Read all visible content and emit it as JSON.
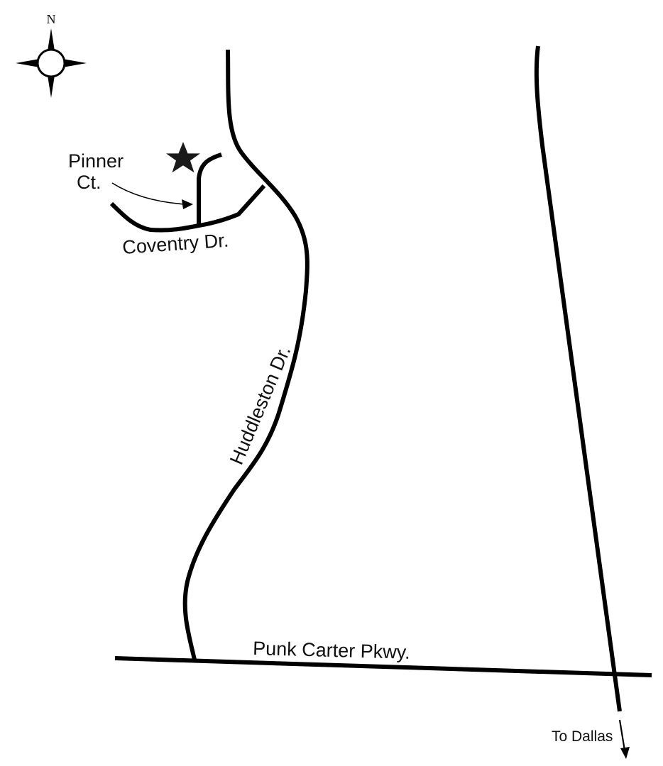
{
  "compass": {
    "north_label": "N",
    "icon": "compass-rose-icon"
  },
  "labels": {
    "pinner_line1": "Pinner",
    "pinner_line2": "Ct.",
    "coventry": "Coventry Dr.",
    "huddleston": "Huddleston Dr.",
    "punk_carter": "Punk Carter Pkwy.",
    "to_dallas": "To Dallas"
  },
  "markers": {
    "destination_icon": "star-icon"
  },
  "colors": {
    "road": "#000000",
    "background": "#ffffff"
  }
}
